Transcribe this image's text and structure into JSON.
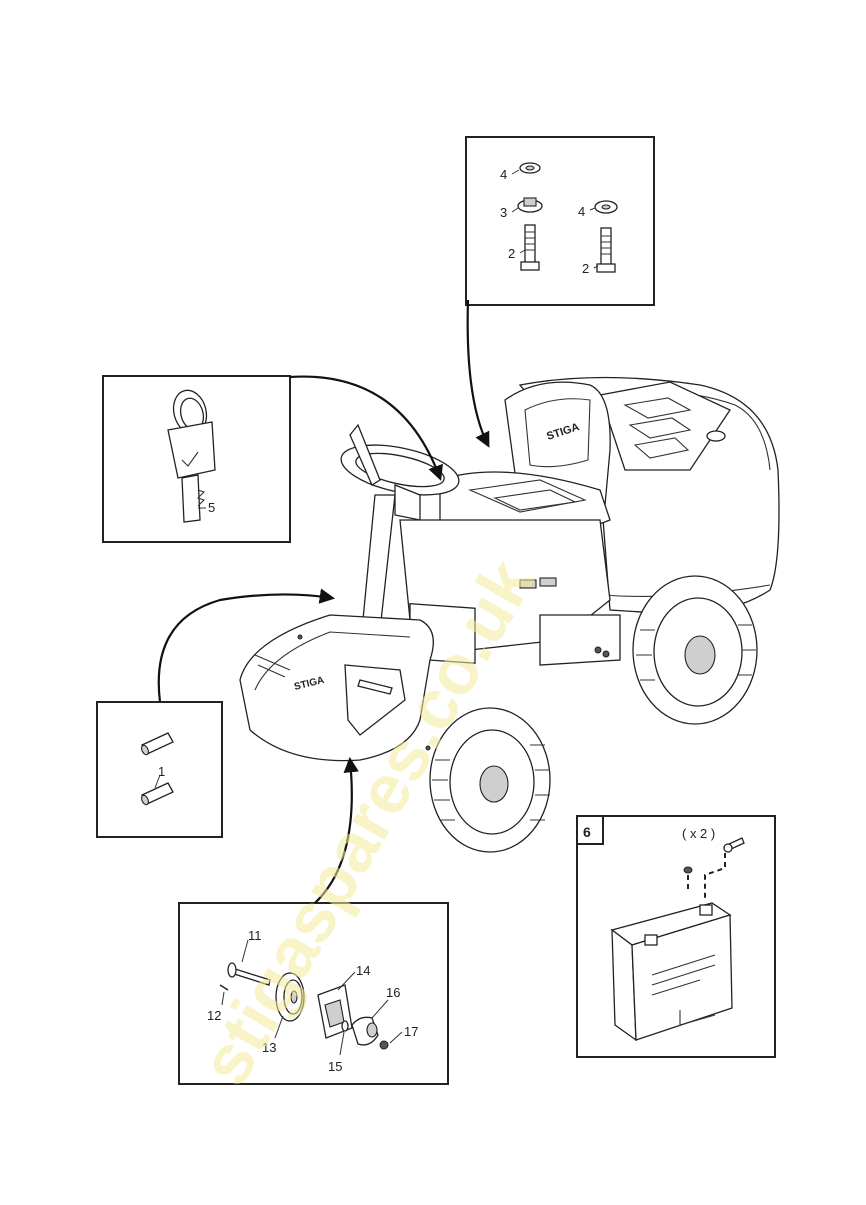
{
  "watermark": "stigaspares.co.uk",
  "brand_logo": "STIGA",
  "callouts": {
    "box_bolts": {
      "labels": [
        "4",
        "3",
        "2",
        "4",
        "2"
      ]
    },
    "box_key": {
      "labels": [
        "5"
      ]
    },
    "box_pins": {
      "labels": [
        "1"
      ]
    },
    "box_wheel": {
      "labels": [
        "11",
        "12",
        "13",
        "14",
        "15",
        "16",
        "17"
      ]
    },
    "box_battery": {
      "number": "6",
      "quantity": "( x 2 )"
    }
  }
}
